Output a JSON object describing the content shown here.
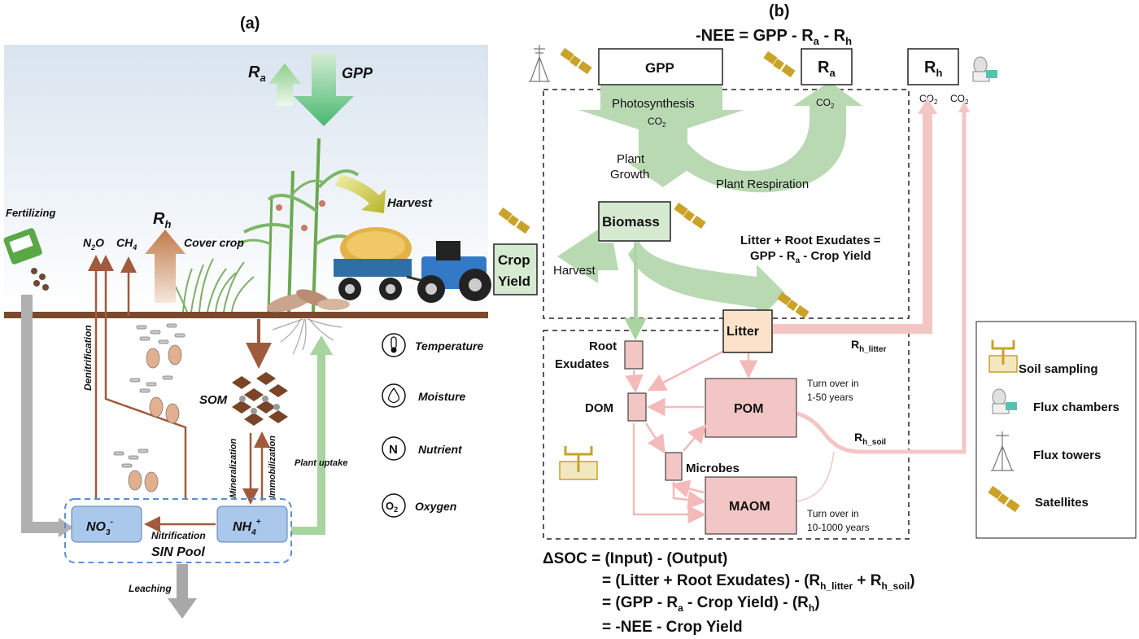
{
  "panel_a": {
    "label": "(a)",
    "fluxes": {
      "ra": "R",
      "ra_sub": "a",
      "gpp": "GPP",
      "rh": "R",
      "rh_sub": "h",
      "n2o": "N",
      "n2o_sub": "2",
      "n2o_end": "O",
      "ch4": "CH",
      "ch4_sub": "4"
    },
    "labels": {
      "harvest": "Harvest",
      "fertilizing": "Fertilizing",
      "cover_crop": "Cover crop",
      "som": "SOM",
      "denitrification": "Denitrification",
      "mineralization": "Mineralization",
      "immobilization": "Immobilization",
      "plant_uptake": "Plant uptake",
      "no3": "NO",
      "no3_sub": "3",
      "no3_sup": "-",
      "nh4": "NH",
      "nh4_sub": "4",
      "nh4_sup": "+",
      "nitrification": "Nitrification",
      "sin_pool": "SIN Pool",
      "leaching": "Leaching"
    },
    "factors": [
      {
        "name": "Temperature",
        "icon": "thermometer-icon"
      },
      {
        "name": "Moisture",
        "icon": "droplet-icon"
      },
      {
        "name": "Nutrient",
        "icon": "nutrient-n-icon",
        "glyph": "N"
      },
      {
        "name": "Oxygen",
        "icon": "oxygen-icon",
        "glyph": "O",
        "glyph_sub": "2"
      }
    ]
  },
  "panel_b": {
    "label": "(b)",
    "equation_top": {
      "a": "-NEE = GPP - R",
      "a_sub": "a",
      "b": " - R",
      "b_sub": "h"
    },
    "boxes": {
      "gpp": "GPP",
      "ra": "R",
      "ra_sub": "a",
      "rh": "R",
      "rh_sub": "h",
      "biomass": "Biomass",
      "crop_yield_1": "Crop",
      "crop_yield_2": "Yield",
      "litter": "Litter",
      "root_exudates_1": "Root",
      "root_exudates_2": "Exudates",
      "dom": "DOM",
      "pom": "POM",
      "maom": "MAOM",
      "microbes": "Microbes"
    },
    "flow_labels": {
      "photosynthesis": "Photosynthesis",
      "co2": "CO",
      "co2_sub": "2",
      "plant_growth_1": "Plant",
      "plant_growth_2": "Growth",
      "plant_respiration": "Plant Respiration",
      "harvest": "Harvest",
      "litter_eq_1": "Litter + Root Exudates =",
      "litter_eq_2": "GPP - R",
      "litter_eq_2_sub": "a",
      "litter_eq_2_end": " - Crop Yield",
      "rh_litter": "R",
      "rh_litter_sub": "h_litter",
      "rh_soil": "R",
      "rh_soil_sub": "h_soil",
      "pom_turnover_1": "Turn over in",
      "pom_turnover_2": "1-50 years",
      "maom_turnover_1": "Turn over in",
      "maom_turnover_2": "10-1000 years"
    },
    "soc_equation": {
      "l1": "ΔSOC = (Input) - (Output)",
      "l2_a": "= (Litter + Root Exudates) - (R",
      "l2_s1": "h_litter",
      "l2_b": " + R",
      "l2_s2": "h_soil",
      "l2_c": ")",
      "l3_a": "= (GPP - R",
      "l3_s1": "a",
      "l3_b": " - Crop Yield) - (R",
      "l3_s2": "h",
      "l3_c": ")",
      "l4": "=  -NEE - Crop Yield"
    },
    "legend": [
      {
        "name": "Soil sampling",
        "icon": "soil-sampling-icon"
      },
      {
        "name": "Flux chambers",
        "icon": "flux-chamber-icon"
      },
      {
        "name": "Flux towers",
        "icon": "flux-tower-icon"
      },
      {
        "name": "Satellites",
        "icon": "satellite-icon"
      }
    ]
  },
  "colors": {
    "green_flow": "#b9d9b3",
    "pink_flow": "#f4c5c5",
    "pink_box": "#f3c6c6",
    "litter_box": "#fbe2c8",
    "brown_arrow": "#a05a3c",
    "soil": "#7a4a2c",
    "sin_box": "#a9c8ec",
    "gold_icon": "#c9a227"
  }
}
